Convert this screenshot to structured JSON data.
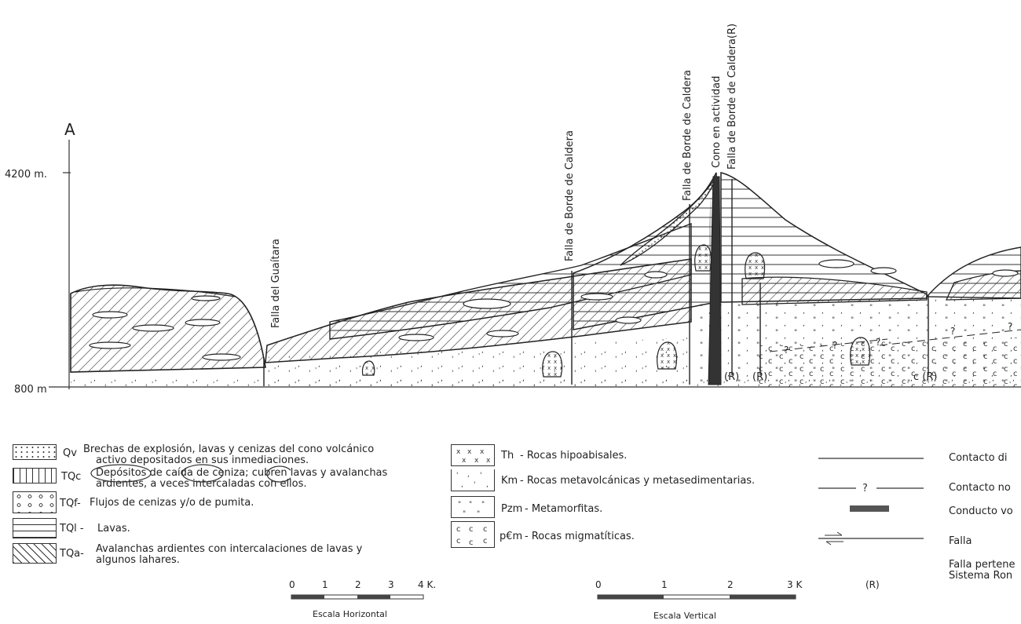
{
  "section": {
    "section_letter": "A",
    "elev_top": "4200 m.",
    "elev_base": "800 m",
    "faults": [
      "Falla del Guaítara",
      "Falla de Borde de Caldera",
      "Falla de Borde de Caldera",
      "Cono en actividad",
      "Falla de Borde de Caldera(R)"
    ],
    "r_marks": [
      "(R)",
      "(R)",
      "c (R)"
    ],
    "question_mark": "?"
  },
  "legend_left": [
    {
      "code": "Qv",
      "text1": "Brechas de explosión, lavas y cenizas del cono volcánico",
      "text2": "activo depositados en sus inmediaciones."
    },
    {
      "code": "TQc",
      "text1": "Depósitos de caída de ceniza; cubren lavas y avalanchas",
      "text2": "ardientes, a veces intercaladas con ellos."
    },
    {
      "code": "TQf-",
      "text1": "Flujos de cenizas y/o de pumita.",
      "text2": ""
    },
    {
      "code": "TQl -",
      "text1": "Lavas.",
      "text2": ""
    },
    {
      "code": "TQa-",
      "text1": "Avalanchas ardientes con intercalaciones de lavas y",
      "text2": "algunos lahares."
    }
  ],
  "legend_mid": [
    {
      "code": "Th",
      "text": "- Rocas hipoabisales."
    },
    {
      "code": "Km",
      "text": "- Rocas metavolcánicas y metasedimentarias."
    },
    {
      "code": "Pzm",
      "text": "- Metamorfitas."
    },
    {
      "code": "p€m",
      "text": "- Rocas migmatíticas."
    }
  ],
  "legend_right": [
    {
      "text": "Contacto di"
    },
    {
      "text": "Contacto no"
    },
    {
      "text": "Conducto vo"
    },
    {
      "text": "Falla"
    },
    {
      "text": "Falla pertene"
    },
    {
      "text": "Sistema Ron"
    }
  ],
  "legend_right_r": "(R)",
  "legend_right_q": "?",
  "scale_h": {
    "ticks": [
      "0",
      "1",
      "2",
      "3",
      "4 K."
    ],
    "label": "Escala Horizontal"
  },
  "scale_v": {
    "ticks": [
      "0",
      "1",
      "2",
      "3 K"
    ],
    "label": "Escala Vertical"
  }
}
